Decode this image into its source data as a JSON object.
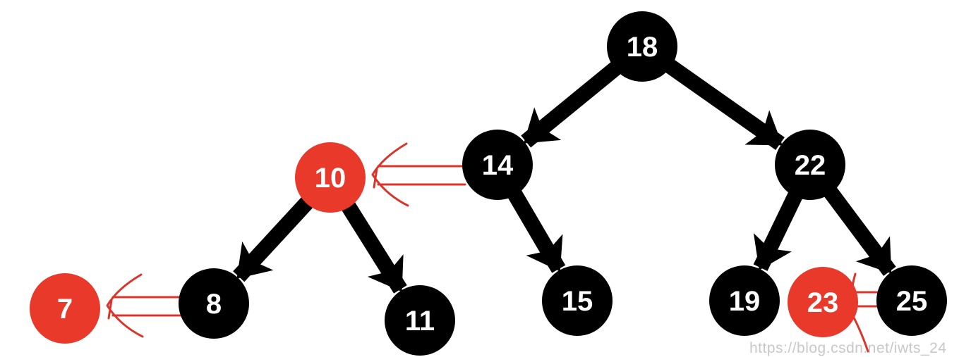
{
  "colors": {
    "black_node": "#000000",
    "red_node": "#e8392a",
    "edge": "#000000",
    "annotation": "#d9352b",
    "label": "#ffffff"
  },
  "tree": {
    "nodes": [
      {
        "id": "n18",
        "label": "18",
        "color": "black"
      },
      {
        "id": "n14",
        "label": "14",
        "color": "black"
      },
      {
        "id": "n22",
        "label": "22",
        "color": "black"
      },
      {
        "id": "n10",
        "label": "10",
        "color": "red"
      },
      {
        "id": "n15",
        "label": "15",
        "color": "black"
      },
      {
        "id": "n19",
        "label": "19",
        "color": "black"
      },
      {
        "id": "n25",
        "label": "25",
        "color": "black"
      },
      {
        "id": "n8",
        "label": "8",
        "color": "black"
      },
      {
        "id": "n11",
        "label": "11",
        "color": "black"
      },
      {
        "id": "n7",
        "label": "7",
        "color": "red"
      },
      {
        "id": "n23",
        "label": "23",
        "color": "red"
      }
    ],
    "edges": [
      {
        "from": "n18",
        "to": "n14"
      },
      {
        "from": "n18",
        "to": "n22"
      },
      {
        "from": "n14",
        "to": "n15"
      },
      {
        "from": "n22",
        "to": "n19"
      },
      {
        "from": "n22",
        "to": "n25"
      },
      {
        "from": "n10",
        "to": "n8"
      },
      {
        "from": "n10",
        "to": "n11"
      }
    ],
    "annotated_links": [
      {
        "from": "n14",
        "to": "n10",
        "style": "hand-drawn-double-arrow"
      },
      {
        "from": "n8",
        "to": "n7",
        "style": "hand-drawn-double-arrow"
      },
      {
        "from": "n25",
        "to": "n23",
        "style": "hand-drawn-double-line"
      }
    ]
  },
  "watermark": "https://blog.csdn.net/iwts_24"
}
